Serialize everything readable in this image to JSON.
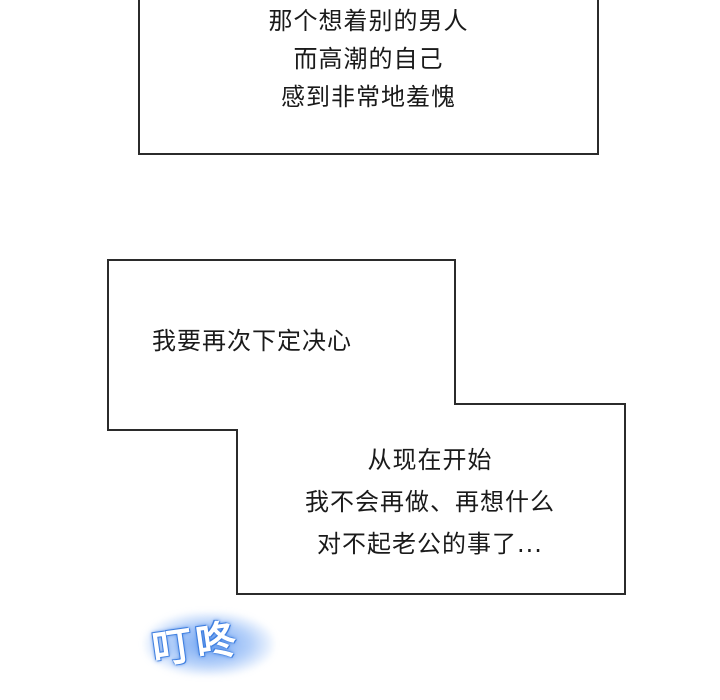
{
  "panels": {
    "top": {
      "lines": [
        "那个想着别的男人",
        "而高潮的自己",
        "感到非常地羞愧"
      ]
    },
    "stepped": {
      "caption_1": "我要再次下定决心",
      "caption_2_lines": [
        "从现在开始",
        "我不会再做、再想什么",
        "对不起老公的事了..."
      ]
    }
  },
  "sfx": {
    "text": "叮咚",
    "color": "#ffffff",
    "glow_color": "#5a96f0"
  },
  "colors": {
    "background": "#ffffff",
    "border": "#2b2b2b",
    "text": "#1a1a1a"
  }
}
